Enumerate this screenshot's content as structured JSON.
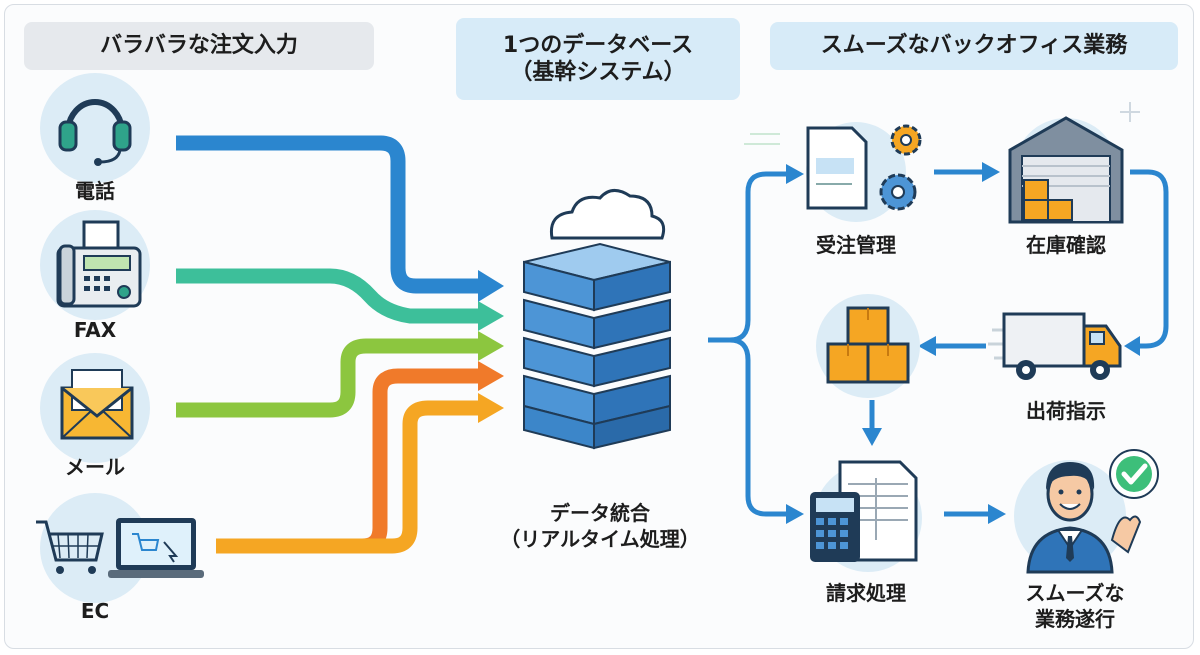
{
  "headers": {
    "left": "バラバラな注文入力",
    "mid_line1": "1つのデータベース",
    "mid_line2": "（基幹システム）",
    "right": "スムーズなバックオフィス業務"
  },
  "channels": [
    "電話",
    "FAX",
    "メール",
    "EC"
  ],
  "center": {
    "line1": "データ統合",
    "line2": "（リアルタイム処理）"
  },
  "steps": {
    "order": "受注管理",
    "inventory": "在庫確認",
    "shipping": "出荷指示",
    "billing": "請求処理",
    "result_line1": "スムーズな",
    "result_line2": "業務遂行"
  },
  "colors": {
    "blue": "#2b86cf",
    "teal": "#3dbf9a",
    "green": "#8cc63f",
    "orange": "#f07a2a",
    "yellow": "#f5a623",
    "db_blue": "#4d95d6"
  }
}
